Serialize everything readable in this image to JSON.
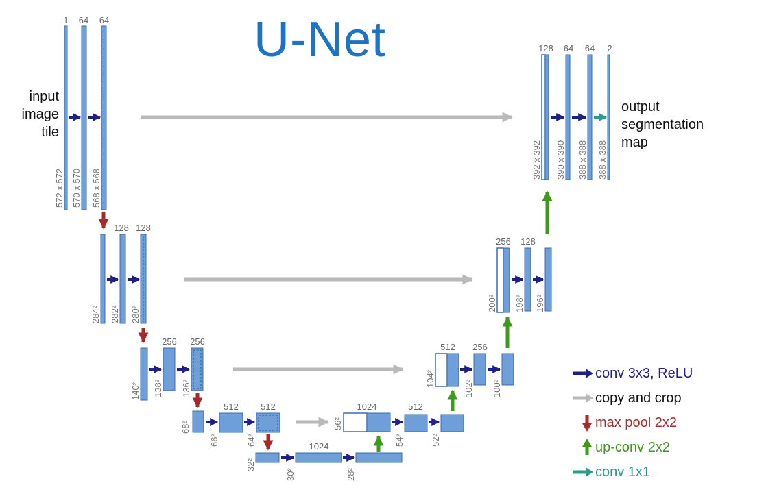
{
  "title": "U-Net",
  "input_label": [
    "input",
    "image",
    "tile"
  ],
  "output_label": [
    "output",
    "segmentation",
    "map"
  ],
  "colors": {
    "block": "#6f9fd8",
    "block_border": "#3a6db3",
    "conv": "#1f1f8a",
    "copy": "#b9b9b9",
    "pool": "#a82a2a",
    "upconv": "#3e9a1a",
    "conv1x1": "#2f9a8c",
    "title": "#1f73c4"
  },
  "legend": [
    {
      "label": "conv 3x3, ReLU",
      "kind": "conv",
      "color": "#1f1f8a"
    },
    {
      "label": "copy and crop",
      "kind": "copy",
      "color": "#111111"
    },
    {
      "label": "max pool 2x2",
      "kind": "pool",
      "color": "#a82a2a"
    },
    {
      "label": "up-conv 2x2",
      "kind": "upconv",
      "color": "#3e9a1a"
    },
    {
      "label": "conv 1x1",
      "kind": "conv1x1",
      "color": "#2f9a8c"
    }
  ],
  "levels": {
    "enc1": {
      "channels": [
        "1",
        "64",
        "64"
      ],
      "sizes": [
        "572 x 572",
        "570 x 570",
        "568 x 568"
      ]
    },
    "enc2": {
      "channels": [
        "128",
        "128"
      ],
      "sizes": [
        "284²",
        "282²",
        "280²"
      ]
    },
    "enc3": {
      "channels": [
        "256",
        "256"
      ],
      "sizes": [
        "140²",
        "138²",
        "136²"
      ]
    },
    "enc4": {
      "channels": [
        "512",
        "512"
      ],
      "sizes": [
        "68²",
        "66²",
        "64²"
      ]
    },
    "bottom": {
      "channels": [
        "1024"
      ],
      "sizes": [
        "32²",
        "30²",
        "28²"
      ]
    },
    "dec4": {
      "channels": [
        "1024",
        "512"
      ],
      "sizes": [
        "56²",
        "54²",
        "52²"
      ]
    },
    "dec3": {
      "channels": [
        "512",
        "256"
      ],
      "sizes": [
        "104²",
        "102²",
        "100²"
      ]
    },
    "dec2": {
      "channels": [
        "256",
        "128"
      ],
      "sizes": [
        "200²",
        "198²",
        "196²"
      ]
    },
    "dec1": {
      "channels": [
        "128",
        "64",
        "64",
        "2"
      ],
      "sizes": [
        "392 x 392",
        "390 x 390",
        "388 x 388",
        "388 x 388"
      ]
    }
  }
}
